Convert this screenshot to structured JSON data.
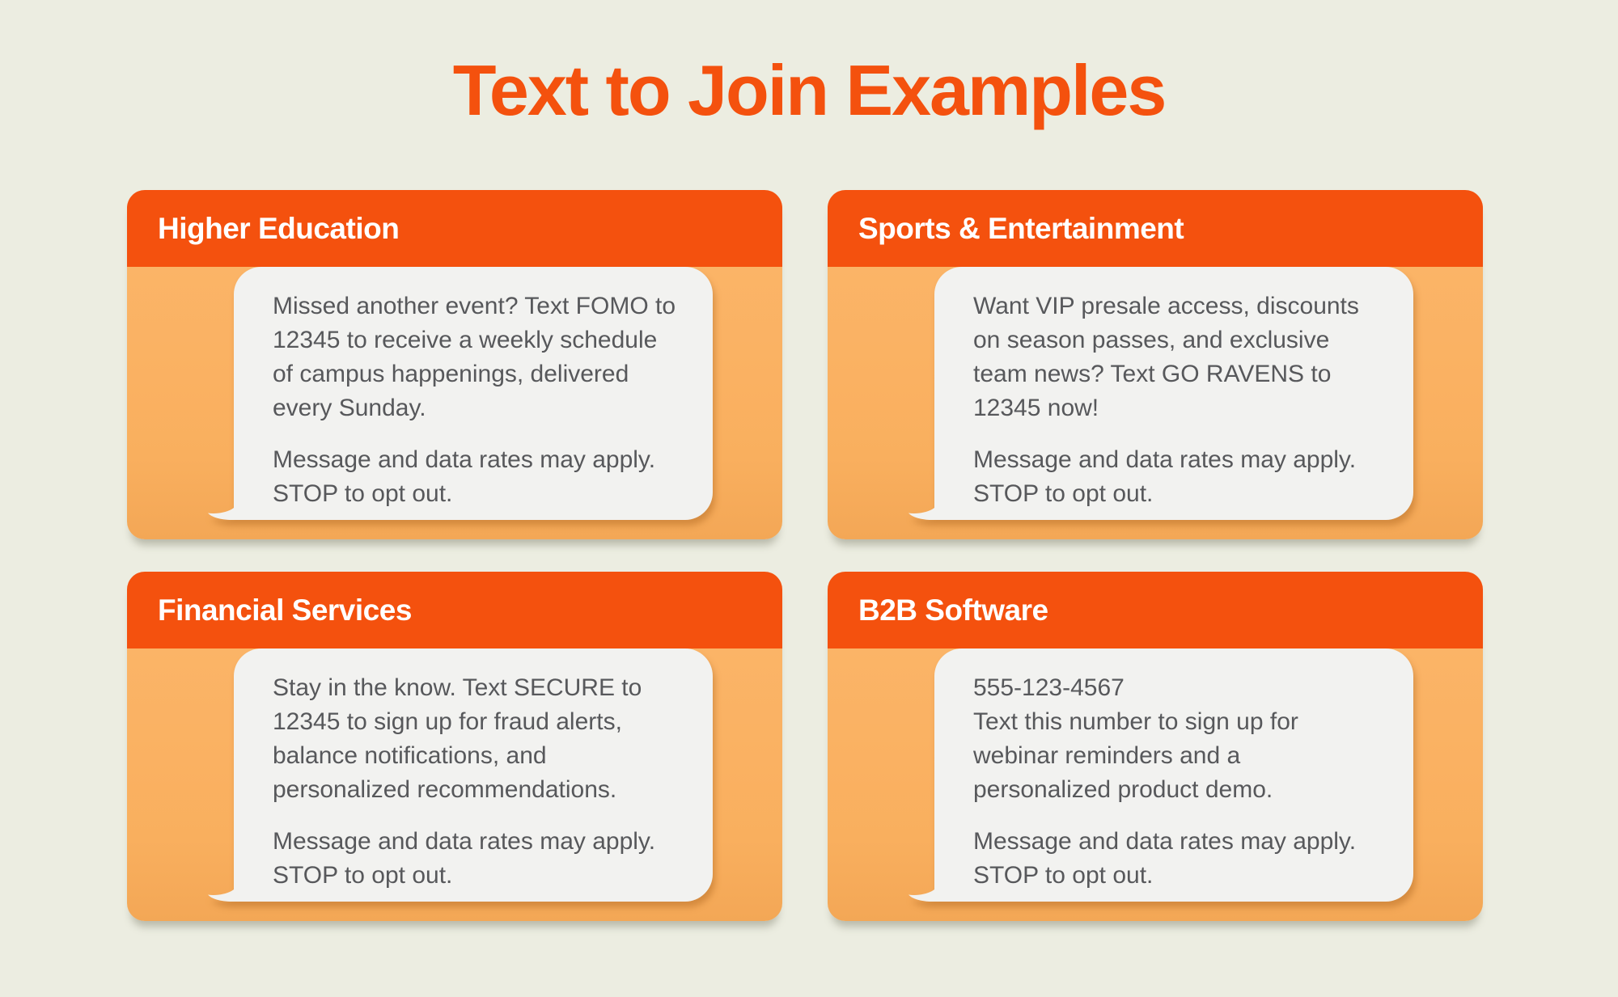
{
  "page": {
    "title": "Text to Join Examples",
    "colors": {
      "background": "#ECEDE1",
      "accent_orange": "#F4510E",
      "panel_light_orange": "#FAB163",
      "bubble_gray": "#F2F2F0",
      "bubble_text": "#57585B",
      "header_text": "#FFFFFF"
    }
  },
  "cards": [
    {
      "header": "Higher Education",
      "p1": "Missed another event? Text FOMO to 12345 to receive a weekly schedule of campus happenings, delivered every Sunday.",
      "p2": "Message and data rates may apply. STOP to opt out."
    },
    {
      "header": "Sports & Entertainment",
      "p1": "Want VIP presale access, discounts on season passes, and exclusive team news? Text GO RAVENS to 12345 now!",
      "p2": "Message and data rates may apply. STOP to opt out."
    },
    {
      "header": "Financial Services",
      "p1": "Stay in the know. Text SECURE to 12345 to sign up for fraud alerts, balance notifications, and personalized recommendations.",
      "p2": "Message and data rates may apply. STOP to opt out."
    },
    {
      "header": "B2B Software",
      "p1": "555-123-4567\nText this number to sign up for webinar reminders and a personalized product demo.",
      "p2": "Message and data rates may apply. STOP to opt out."
    }
  ]
}
